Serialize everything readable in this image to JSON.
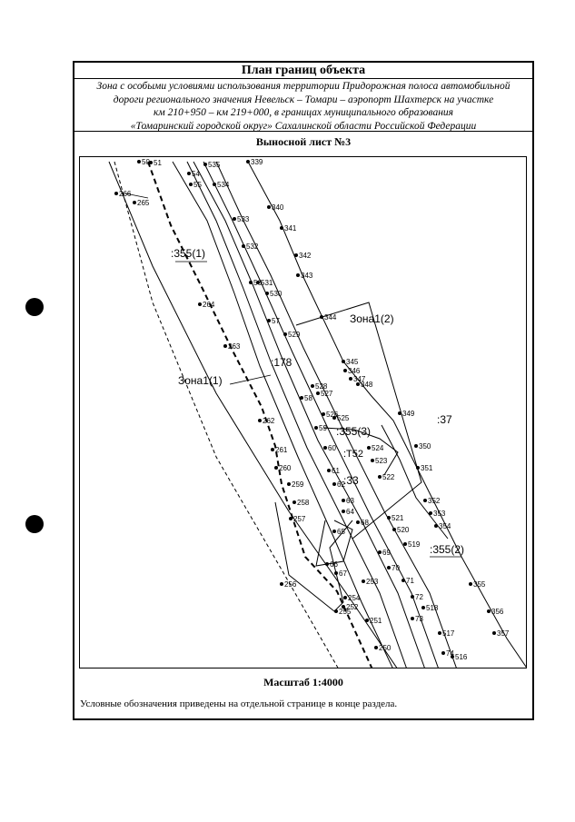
{
  "header": {
    "title": "План границ объекта",
    "subtitle_lines": [
      "Зона с особыми условиями использования территории Придорожная полоса автомобильной",
      "дороги регионального значения Невельск – Томари – аэропорт Шахтерск на участке",
      "км 210+950 – км 219+000, в границах муниципального образования",
      "«Томаринский городской округ» Сахалинской области Российской Федерации"
    ]
  },
  "sheet_label": "Выносной лист №3",
  "scale_label": "Масштаб 1:4000",
  "legend_note": "Условные обозначения приведены на отдельной странице в конце раздела.",
  "map": {
    "zone_labels": {
      "zone1_left": "Зона1(1)",
      "zone1_right": "Зона1(2)"
    },
    "parcel_labels": [
      ":355(1)",
      ":178",
      ":355(3)",
      ":T52",
      ":33",
      ":37",
      ":355(2)"
    ],
    "points": [
      "50",
      "51",
      "535",
      "54",
      "55",
      "534",
      "339",
      "266",
      "265",
      "340",
      "533",
      "341",
      "532",
      "342",
      "343",
      "56",
      "531",
      "530",
      "264",
      "344",
      "57",
      "529",
      "263",
      "345",
      "346",
      "347",
      "348",
      "528",
      "58",
      "527",
      "526",
      "525",
      "349",
      "262",
      "59",
      "524",
      "350",
      "60",
      "523",
      "261",
      "260",
      "61",
      "351",
      "62",
      "522",
      "259",
      "258",
      "63",
      "64",
      "352",
      "257",
      "353",
      "521",
      "68",
      "520",
      "354",
      "65",
      "519",
      "69",
      "66",
      "70",
      "67",
      "71",
      "256",
      "253",
      "254",
      "72",
      "252",
      "518",
      "255",
      "73",
      "251",
      "517",
      "250",
      "74",
      "516",
      "355",
      "356",
      "357"
    ]
  }
}
